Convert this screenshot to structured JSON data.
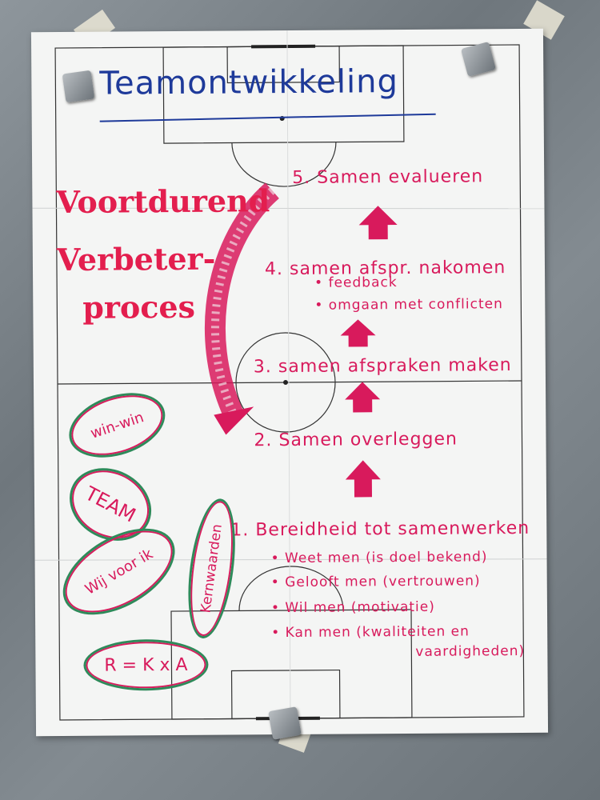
{
  "title": "Teamontwikkeling",
  "left_heading": [
    "Voortdurend",
    "Verbeter-",
    "proces"
  ],
  "steps": {
    "s5": "5. Samen evalueren",
    "s4": "4. samen afspr. nakomen",
    "s4_bullets": [
      "• feedback",
      "• omgaan met conflicten"
    ],
    "s3": "3. samen afspraken maken",
    "s2": "2. Samen overleggen",
    "s1": "1. Bereidheid tot samenwerken",
    "s1_bullets": [
      "• Weet men (is doel bekend)",
      "• Gelooft men (vertrouwen)",
      "• Wil men (motivatie)",
      "• Kan men (kwaliteiten en",
      "vaardigheden)"
    ]
  },
  "ovals": {
    "winwin": "win-win",
    "team": "TEAM",
    "wij": "Wij voor ik",
    "kern": "Kernwaarden",
    "formula": "R = K x A"
  },
  "colors": {
    "ink_red": "#d81a5c",
    "ink_blue": "#1e3a9a",
    "ink_green": "#2e8a5a",
    "paper": "#f4f5f4",
    "metal": "#7a8288"
  }
}
